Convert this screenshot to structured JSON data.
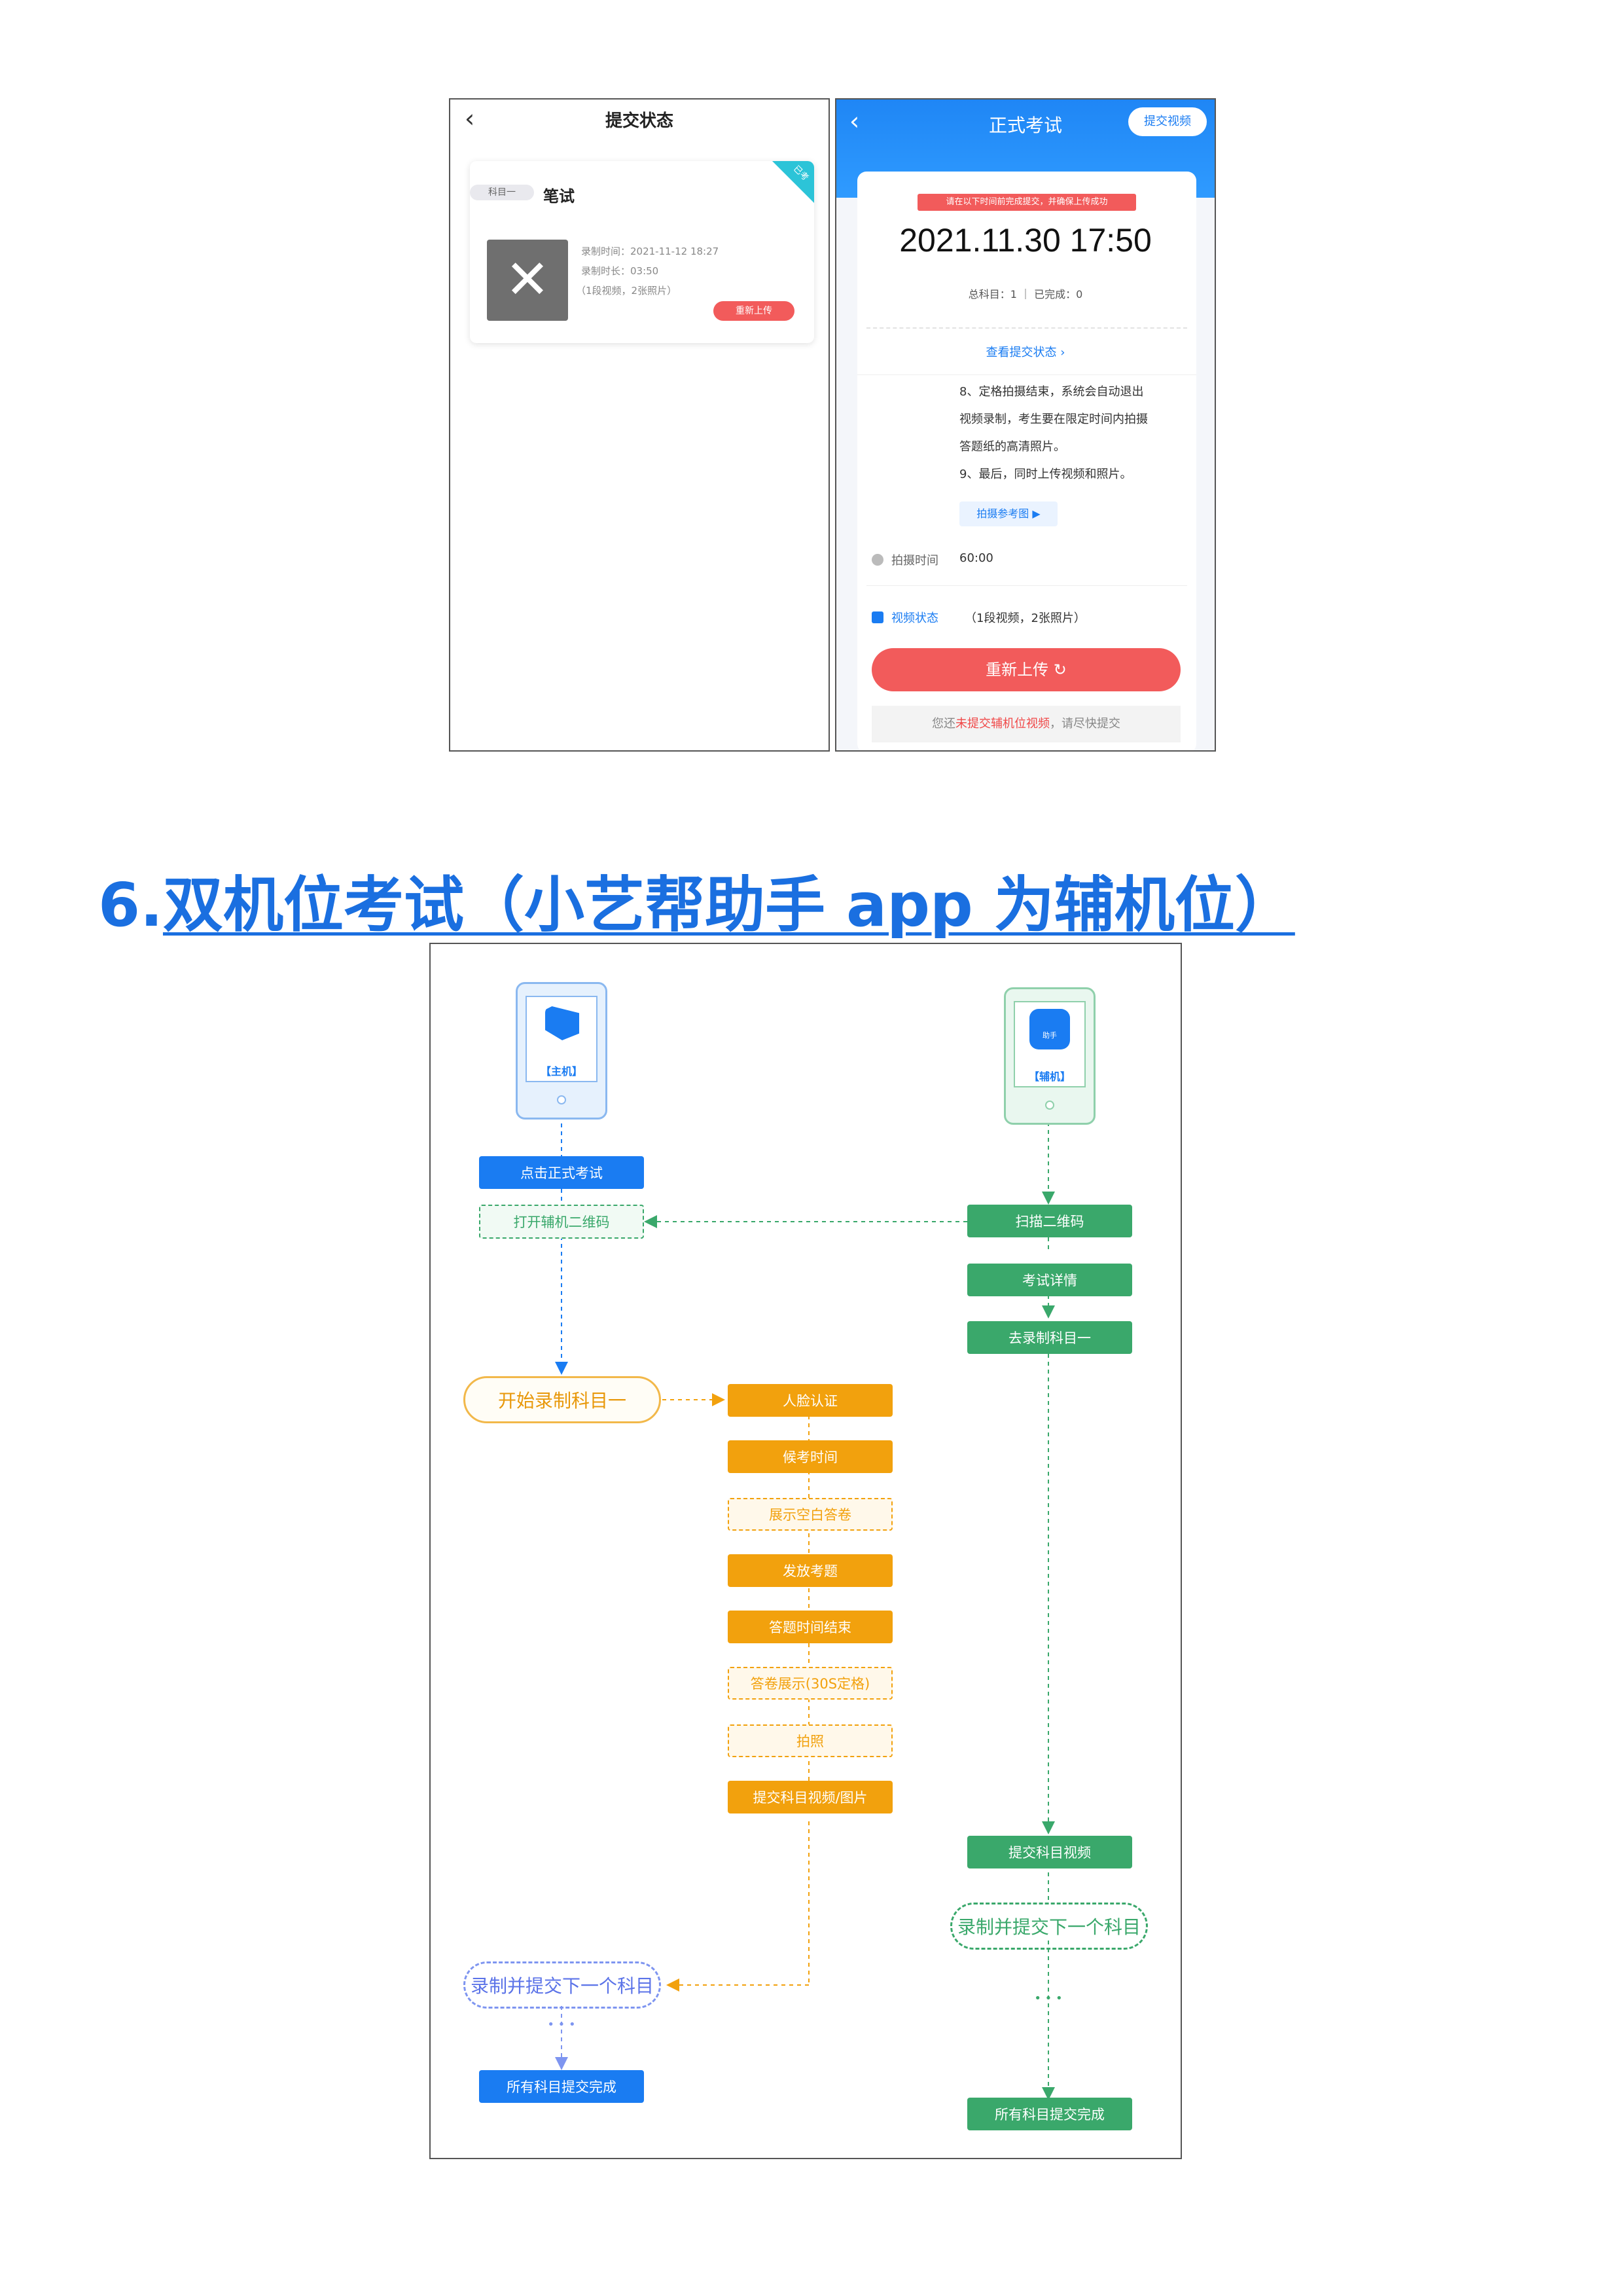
{
  "screen1": {
    "title": "提交状态",
    "subject_tag": "科目一",
    "subject_name": "笔试",
    "corner_badge": "已考",
    "record_time": "录制时间：2021-11-12 18:27",
    "record_duration": "录制时长：03:50",
    "media_count": "（1段视频，2张照片）",
    "reupload_button": "重新上传"
  },
  "screen2": {
    "title": "正式考试",
    "submit_video_button": "提交视频",
    "deadline_notice": "请在以下时间前完成提交，并确保上传成功",
    "deadline": "2021.11.30 17:50",
    "progress": "总科目：1 ｜ 已完成：0",
    "view_status_link": "查看提交状态 ›",
    "steps": [
      "8、定格拍摄结束，系统会自动退出",
      "视频录制，考生要在限定时间内拍摄",
      "答题纸的高清照片。",
      "9、最后，同时上传视频和照片。"
    ],
    "reference_button": "拍摄参考图 ▶",
    "shoot_time_label": "拍摄时间",
    "shoot_time_value": "60:00",
    "video_status_label": "视频状态",
    "video_status_value": "（1段视频，2张照片）",
    "reupload_button": "重新上传 ↻",
    "footer_prefix": "您还",
    "footer_highlight": "未提交辅机位视频",
    "footer_suffix": "，请尽快提交"
  },
  "heading": {
    "number": "6.",
    "text": "双机位考试（小艺帮助手 app 为辅机位）"
  },
  "flow": {
    "main_phone_label": "【主机】",
    "aux_phone_label": "【辅机】",
    "aux_app_text": "助手",
    "main_steps": {
      "click_exam": "点击正式考试",
      "open_qr": "打开辅机二维码",
      "start_record": "开始录制科目一",
      "next_subject": "录制并提交下一个科目",
      "all_done": "所有科目提交完成"
    },
    "middle_steps": [
      "人脸认证",
      "候考时间",
      "展示空白答卷",
      "发放考题",
      "答题时间结束",
      "答卷展示(30S定格)",
      "拍照",
      "提交科目视频/图片"
    ],
    "aux_steps": {
      "scan_qr": "扫描二维码",
      "exam_detail": "考试详情",
      "go_record": "去录制科目一",
      "submit_video": "提交科目视频",
      "next_subject": "录制并提交下一个科目",
      "all_done": "所有科目提交完成"
    },
    "dots": "• • •",
    "colors": {
      "blue": "#1a7cf2",
      "green": "#3aa86b",
      "orange": "#f2a10d"
    }
  }
}
